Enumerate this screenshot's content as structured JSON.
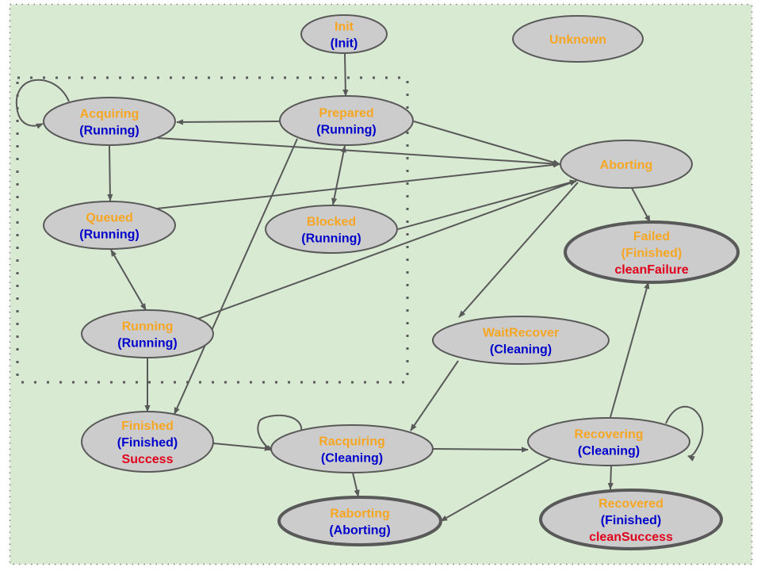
{
  "diagram": {
    "title": "",
    "colors": {
      "background": "#d9ead3",
      "frame_border": "#7f7f7f",
      "node_fill": "#cccccc",
      "node_stroke": "#595959",
      "edge": "#595959",
      "name_text": "#f6a623",
      "group_text": "#0000cc",
      "result_text": "#e0001b"
    },
    "groups": [
      {
        "id": "running-group",
        "label": "",
        "members": [
          "Acquiring",
          "Prepared",
          "Queued",
          "Blocked",
          "Running"
        ]
      }
    ],
    "nodes": [
      {
        "id": "Init",
        "name": "Init",
        "group": "(Init)",
        "result": "",
        "terminal": false
      },
      {
        "id": "Unknown",
        "name": "Unknown",
        "group": "",
        "result": "",
        "terminal": false
      },
      {
        "id": "Acquiring",
        "name": "Acquiring",
        "group": "(Running)",
        "result": "",
        "terminal": false
      },
      {
        "id": "Prepared",
        "name": "Prepared",
        "group": "(Running)",
        "result": "",
        "terminal": false
      },
      {
        "id": "Aborting",
        "name": "Aborting",
        "group": "",
        "result": "",
        "terminal": false
      },
      {
        "id": "Queued",
        "name": "Queued",
        "group": "(Running)",
        "result": "",
        "terminal": false
      },
      {
        "id": "Blocked",
        "name": "Blocked",
        "group": "(Running)",
        "result": "",
        "terminal": false
      },
      {
        "id": "Failed",
        "name": "Failed",
        "group": "(Finished)",
        "group_color": "name",
        "result": "cleanFailure",
        "terminal": true
      },
      {
        "id": "Running",
        "name": "Running",
        "group": "(Running)",
        "result": "",
        "terminal": false
      },
      {
        "id": "WaitRecover",
        "name": "WaitRecover",
        "group": "(Cleaning)",
        "result": "",
        "terminal": false
      },
      {
        "id": "Finished",
        "name": "Finished",
        "group": "(Finished)",
        "result": "Success",
        "terminal": false
      },
      {
        "id": "Racquiring",
        "name": "Racquiring",
        "group": "(Cleaning)",
        "result": "",
        "terminal": false
      },
      {
        "id": "Recovering",
        "name": "Recovering",
        "group": "(Cleaning)",
        "result": "",
        "terminal": false
      },
      {
        "id": "Raborting",
        "name": "Raborting",
        "group": "(Aborting)",
        "result": "",
        "terminal": true
      },
      {
        "id": "Recovered",
        "name": "Recovered",
        "group": "(Finished)",
        "result": "cleanSuccess",
        "terminal": true
      }
    ],
    "edges": [
      {
        "from": "Init",
        "to": "Prepared"
      },
      {
        "from": "Acquiring",
        "to": "Acquiring"
      },
      {
        "from": "Prepared",
        "to": "Acquiring"
      },
      {
        "from": "Prepared",
        "to": "Aborting"
      },
      {
        "from": "Acquiring",
        "to": "Aborting"
      },
      {
        "from": "Acquiring",
        "to": "Queued"
      },
      {
        "from": "Prepared",
        "to": "Blocked",
        "bidirectional": true
      },
      {
        "from": "Prepared",
        "to": "Finished"
      },
      {
        "from": "Queued",
        "to": "Aborting"
      },
      {
        "from": "Blocked",
        "to": "Aborting"
      },
      {
        "from": "Running",
        "to": "Aborting"
      },
      {
        "from": "Queued",
        "to": "Running",
        "bidirectional": true
      },
      {
        "from": "Aborting",
        "to": "Failed"
      },
      {
        "from": "Aborting",
        "to": "WaitRecover"
      },
      {
        "from": "Running",
        "to": "Finished"
      },
      {
        "from": "WaitRecover",
        "to": "Racquiring"
      },
      {
        "from": "Finished",
        "to": "Racquiring"
      },
      {
        "from": "Racquiring",
        "to": "Racquiring"
      },
      {
        "from": "Racquiring",
        "to": "Recovering"
      },
      {
        "from": "Racquiring",
        "to": "Raborting"
      },
      {
        "from": "Recovering",
        "to": "Recovering"
      },
      {
        "from": "Recovering",
        "to": "Failed"
      },
      {
        "from": "Recovering",
        "to": "Raborting"
      },
      {
        "from": "Recovering",
        "to": "Recovered"
      }
    ]
  }
}
